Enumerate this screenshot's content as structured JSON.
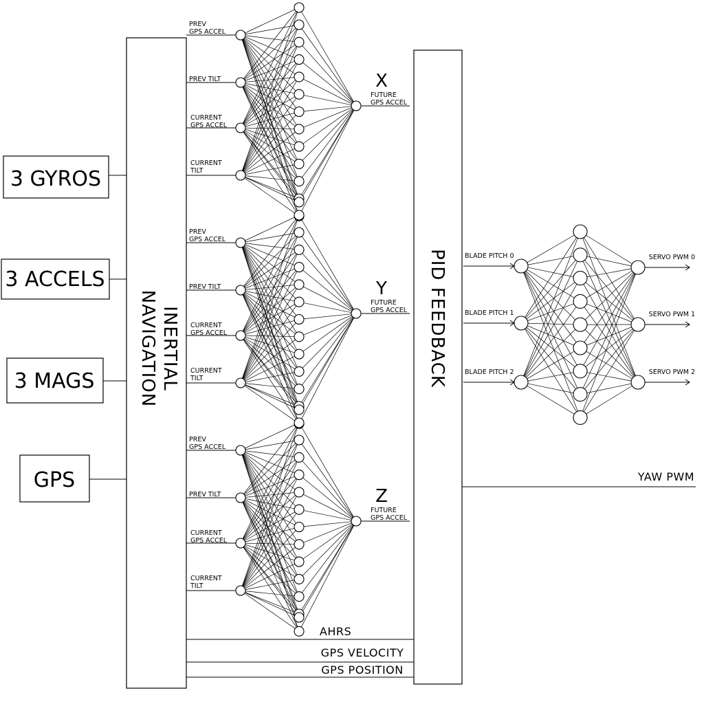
{
  "sensors": {
    "gyros": "3 GYROS",
    "accels": "3 ACCELS",
    "mags": "3 MAGS",
    "gps": "GPS"
  },
  "inertial_navigation": {
    "line1": "INERTIAL",
    "line2": "NAVIGATION"
  },
  "pid_feedback": "PID FEEDBACK",
  "networks": [
    {
      "axis": "X",
      "inputs": [
        [
          "PREV",
          "GPS ACCEL"
        ],
        [
          "PREV TILT"
        ],
        [
          "CURRENT",
          "GPS ACCEL"
        ],
        [
          "CURRENT",
          "TILT"
        ]
      ],
      "output": [
        "FUTURE",
        "GPS ACCEL"
      ]
    },
    {
      "axis": "Y",
      "inputs": [
        [
          "PREV",
          "GPS ACCEL"
        ],
        [
          "PREV TILT"
        ],
        [
          "CURRENT",
          "GPS ACCEL"
        ],
        [
          "CURRENT",
          "TILT"
        ]
      ],
      "output": [
        "FUTURE",
        "GPS ACCEL"
      ]
    },
    {
      "axis": "Z",
      "inputs": [
        [
          "PREV",
          "GPS ACCEL"
        ],
        [
          "PREV TILT"
        ],
        [
          "CURRENT",
          "GPS ACCEL"
        ],
        [
          "CURRENT",
          "TILT"
        ]
      ],
      "output": [
        "FUTURE",
        "GPS ACCEL"
      ]
    }
  ],
  "bus": {
    "ahrs": "AHRS",
    "gps_velocity": "GPS VELOCITY",
    "gps_position": "GPS POSITION"
  },
  "controller": {
    "inputs": [
      "BLADE PITCH 0",
      "BLADE PITCH 1",
      "BLADE PITCH 2"
    ],
    "outputs": [
      "SERVO PWM 0",
      "SERVO PWM 1",
      "SERVO PWM 2"
    ]
  },
  "yaw_pwm": "YAW PWM"
}
